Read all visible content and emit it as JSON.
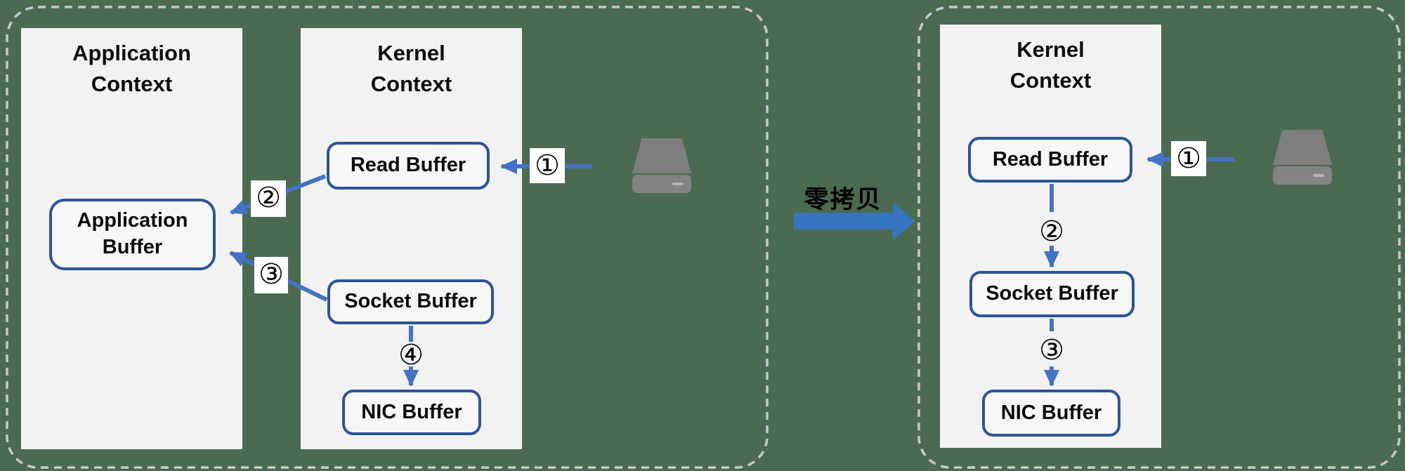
{
  "left_diagram": {
    "application_context": {
      "title": "Application Context",
      "application_buffer": "Application Buffer"
    },
    "kernel_context": {
      "title": "Kernel Context",
      "read_buffer": "Read Buffer",
      "socket_buffer": "Socket Buffer",
      "nic_buffer": "NIC Buffer"
    },
    "steps": {
      "step1": "①",
      "step2": "②",
      "step3": "③",
      "step4": "④"
    }
  },
  "transition": {
    "label": "零拷贝"
  },
  "right_diagram": {
    "kernel_context": {
      "title": "Kernel Context",
      "read_buffer": "Read Buffer",
      "socket_buffer": "Socket Buffer",
      "nic_buffer": "NIC Buffer"
    },
    "steps": {
      "step1": "①",
      "step2": "②",
      "step3": "③"
    }
  },
  "icons": {
    "left_disk": "disk-drive",
    "right_disk": "disk-drive"
  },
  "colors": {
    "background": "#4b6b51",
    "panel_fill": "#f2f2f2",
    "buffer_fill": "#f7f7f7",
    "buffer_border": "#2e5496",
    "arrow": "#4472c4",
    "big_arrow": "#3675bd",
    "dashed_border": "#c9c9c9",
    "disk_gray": "#7e7e7e",
    "text": "#000000"
  }
}
